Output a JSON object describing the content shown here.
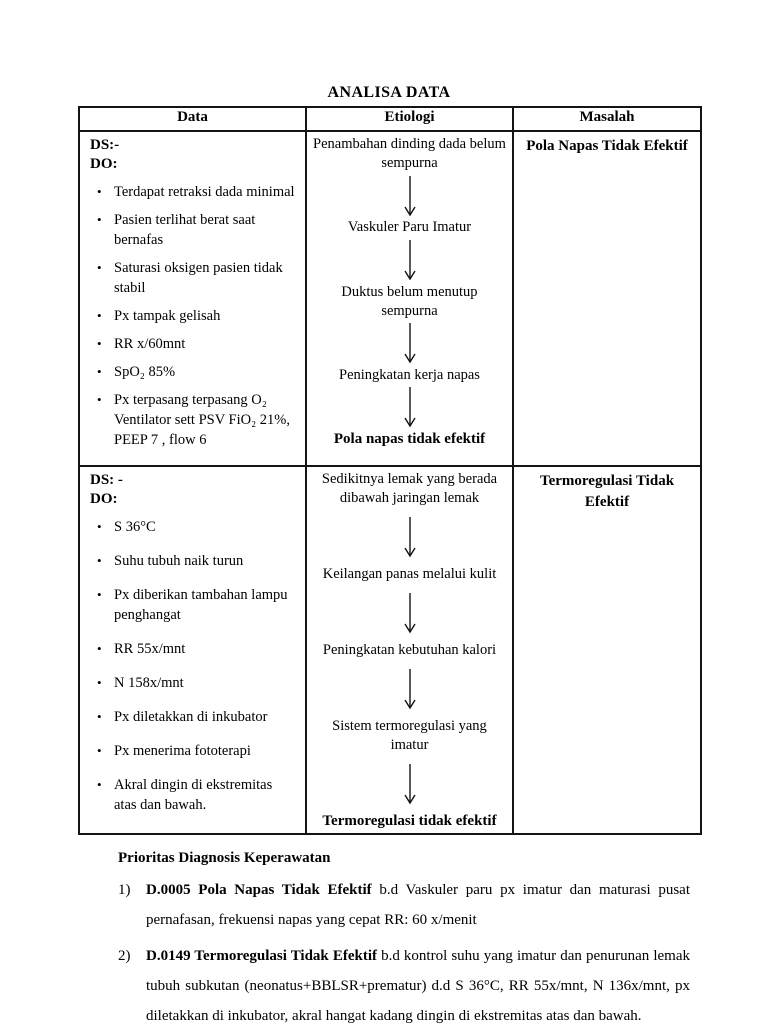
{
  "page_title": "ANALISA DATA",
  "table": {
    "bullet_glyph": "•",
    "headers": [
      "Data",
      "Etiologi",
      "Masalah"
    ],
    "rows": [
      {
        "ds": "DS:-",
        "do": "DO:",
        "data_items": [
          "Terdapat retraksi dada minimal",
          "Pasien terlihat berat saat bernafas",
          "Saturasi oksigen pasien tidak stabil",
          "Px tampak gelisah",
          "RR x/60mnt",
          "SpO₂ 85%",
          "Px terpasang terpasang O₂ Ventilator sett PSV FiO₂ 21%, PEEP 7 , flow 6"
        ],
        "etiologi_steps": [
          "Penambahan dinding dada belum sempurna",
          "Vaskuler Paru Imatur",
          "Duktus belum menutup sempurna",
          "Peningkatan kerja napas"
        ],
        "etiologi_result": "Pola napas tidak efektif",
        "masalah": "Pola Napas Tidak Efektif"
      },
      {
        "ds": "DS: -",
        "do": "DO:",
        "data_items": [
          "S 36°C",
          "Suhu tubuh naik turun",
          "Px diberikan tambahan lampu penghangat",
          "RR 55x/mnt",
          "N 158x/mnt",
          "Px diletakkan di inkubator",
          "Px menerima fototerapi",
          "Akral dingin di ekstremitas atas dan bawah."
        ],
        "etiologi_steps": [
          "Sedikitnya lemak yang berada dibawah jaringan lemak",
          "Keilangan panas melalui kulit",
          "Peningkatan kebutuhan kalori",
          "Sistem termoregulasi yang imatur"
        ],
        "etiologi_result": "Termoregulasi tidak efektif",
        "masalah": "Termoregulasi Tidak Efektif"
      }
    ]
  },
  "priorities": {
    "heading": "Prioritas Diagnosis Keperawatan",
    "items": [
      {
        "number": "1)",
        "lead": "D.0005 Pola Napas Tidak Efektif",
        "rest": " b.d Vaskuler paru px imatur dan maturasi pusat pernafasan, frekuensi napas yang cepat RR: 60 x/menit"
      },
      {
        "number": "2)",
        "lead": "D.0149 Termoregulasi Tidak Efektif",
        "rest": " b.d kontrol suhu yang imatur dan penurunan lemak tubuh subkutan (neonatus+BBLSR+prematur) d.d S 36°C, RR 55x/mnt, N 136x/mnt, px diletakkan di inkubator, akral hangat kadang dingin di ekstremitas atas dan bawah."
      }
    ]
  },
  "icons": {
    "flow_arrow": "down-arrow"
  }
}
